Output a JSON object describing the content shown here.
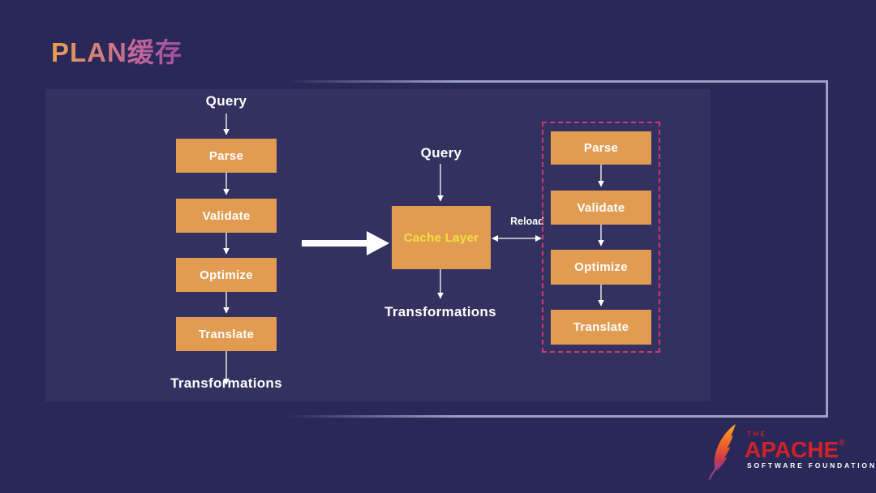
{
  "title": "PLAN缓存",
  "colors": {
    "background": "#2A2858",
    "panel_tint": "#32306A",
    "frame_border": "#9AA1C4",
    "box_orange": "#E19C52",
    "cache_text_yellow": "#F2E13E",
    "dashed_border_pink": "#CE3A70",
    "apache_red": "#D22128",
    "title_gradient_start": "#EC9F50",
    "title_gradient_mid": "#C4689A",
    "title_gradient_end": "#9D4F9F"
  },
  "left_flow": {
    "input_label": "Query",
    "boxes": [
      "Parse",
      "Validate",
      "Optimize",
      "Translate"
    ],
    "output_label": "Transformations"
  },
  "center_flow": {
    "input_label": "Query",
    "cache_label": "Cache Layer",
    "output_label": "Transformations",
    "reload_label": "Reload"
  },
  "right_flow": {
    "boxes": [
      "Parse",
      "Validate",
      "Optimize",
      "Translate"
    ]
  },
  "logo": {
    "the": "THE",
    "name": "APACHE",
    "registered": "®",
    "subtitle": "SOFTWARE FOUNDATION"
  }
}
